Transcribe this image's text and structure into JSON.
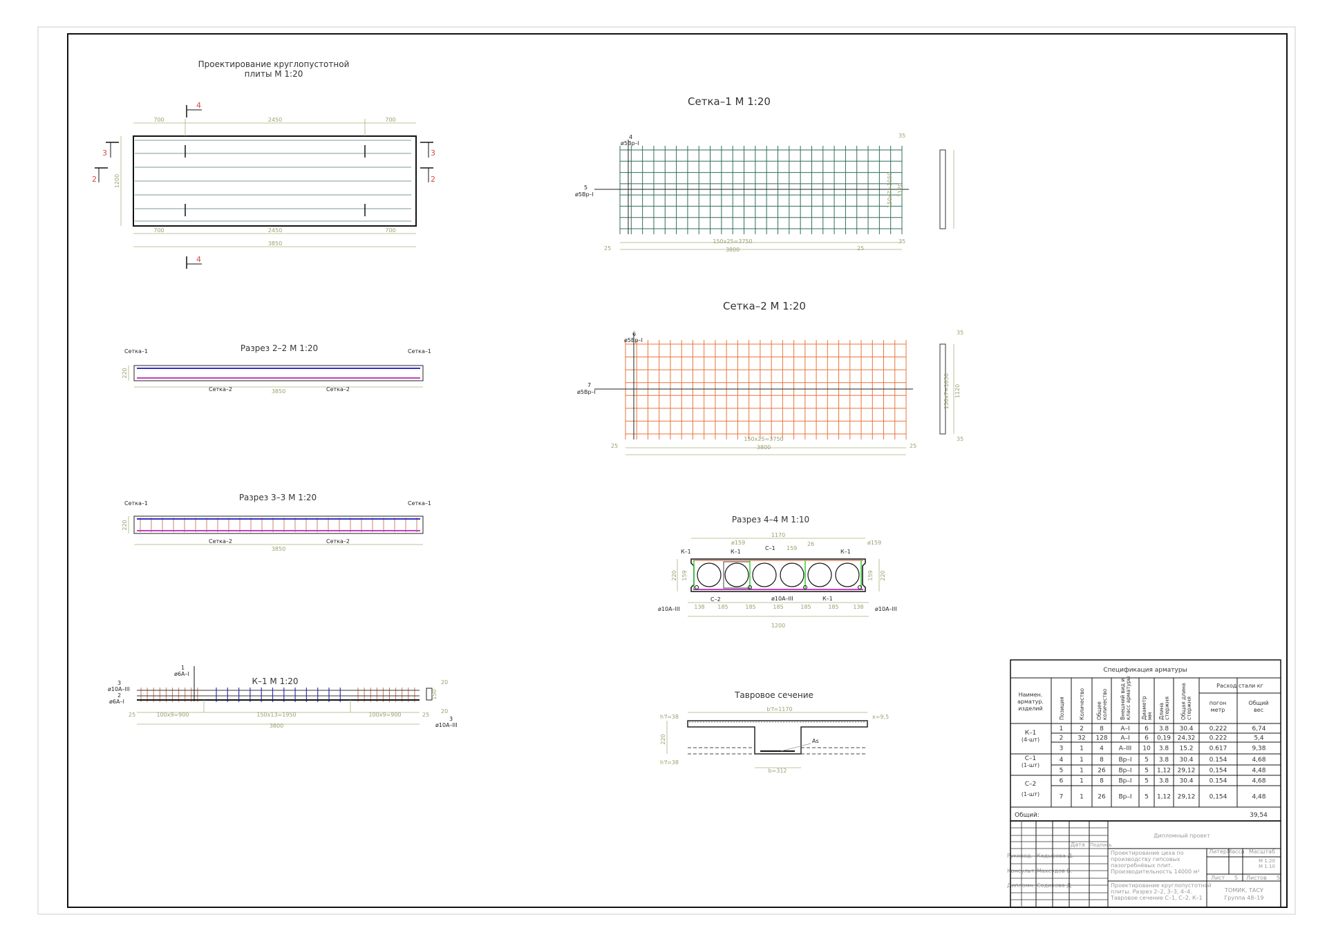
{
  "plan": {
    "title1": "Проектирование круглопустотной",
    "title2": "плиты М 1:20",
    "dim_end": "700",
    "dim_mid": "2450",
    "dim_total": "3850",
    "dim_width": "1200",
    "cut2": "2",
    "cut3": "3",
    "cut4": "4"
  },
  "setka1": {
    "title": "Сетка–1 М 1:20",
    "pos_a": "4",
    "bar_a": "ø5Вр–I",
    "pos_b": "5",
    "bar_b": "ø5Вр–I",
    "dim_pitch": "150x25=3750",
    "dim_total": "3800",
    "dim_end": "25",
    "side_pitch": "150x7=1050",
    "side_total": "1120",
    "side_end": "35"
  },
  "setka2": {
    "title": "Сетка–2 М 1:20",
    "pos_a": "6",
    "bar_a": "ø5Вр–I",
    "pos_b": "7",
    "bar_b": "ø5Вр–I",
    "dim_pitch": "150x25=3750",
    "dim_total": "3800",
    "dim_end": "25",
    "side_pitch": "150x7=1050",
    "side_total": "1120",
    "side_end": "35"
  },
  "section22": {
    "title": "Разрез 2–2 М 1:20",
    "mesh1": "Сетка–1",
    "mesh2": "Сетка–2",
    "height": "220",
    "length": "3850"
  },
  "section33": {
    "title": "Разрез 3–3 М 1:20",
    "mesh1": "Сетка–1",
    "mesh2": "Сетка–2",
    "height": "220",
    "length": "3850"
  },
  "k1": {
    "title": "К–1 М 1:20",
    "p1": "1",
    "p1_bar": "ø6А–I",
    "p2": "2",
    "p2_bar": "ø6А–I",
    "p3": "3",
    "p3_bar": "ø10А–III",
    "d_end": "25",
    "d_left": "100x9=900",
    "d_mid": "150x13=1950",
    "d_right": "100x9=900",
    "d_total": "3800",
    "h": "150",
    "c": "20"
  },
  "section44": {
    "title": "Разрез 4–4 М 1:10",
    "k1": "К–1",
    "c1": "С–1",
    "c2": "С–2",
    "void_d": "ø159",
    "w_top": "1170",
    "s159": "159",
    "s26": "26",
    "h220": "220",
    "h159": "159",
    "bar": "ø10А–III",
    "spacing": [
      "138",
      "185",
      "185",
      "185",
      "185",
      "185",
      "138"
    ],
    "total": "1200"
  },
  "tee": {
    "title": "Тавровое сечение",
    "bf": "b'f=1170",
    "hf": "h'f=38",
    "h": "220",
    "x": "x=9,5",
    "as": "As",
    "b": "b=312"
  },
  "spec": {
    "title": "Спецификация арматуры",
    "headers": [
      "Наимен.",
      "арматур.",
      "изделий",
      "Позиция",
      "Количество",
      "Общее количество",
      "Внешний вид и класс арматуры",
      "Диаметр мм",
      "Длина стержня",
      "Общая длина стержня",
      "Расход стали кг",
      "погон метр",
      "Общий вес"
    ],
    "groups": [
      {
        "name": "К–1",
        "qty": "(4-шт)"
      },
      {
        "name": "С–1",
        "qty": "(1-шт)"
      },
      {
        "name": "С–2",
        "qty": "(1-шт)"
      }
    ],
    "rows": [
      [
        "1",
        "2",
        "8",
        "А–I",
        "6",
        "3.8",
        "30.4",
        "0,222",
        "6,74"
      ],
      [
        "2",
        "32",
        "128",
        "А–I",
        "6",
        "0,19",
        "24,32",
        "0.222",
        "5,4"
      ],
      [
        "3",
        "1",
        "4",
        "А–III",
        "10",
        "3.8",
        "15.2",
        "0.617",
        "9,38"
      ],
      [
        "4",
        "1",
        "8",
        "Вр–I",
        "5",
        "3.8",
        "30.4",
        "0.154",
        "4,68"
      ],
      [
        "5",
        "1",
        "26",
        "Вр–I",
        "5",
        "1,12",
        "29,12",
        "0,154",
        "4,48"
      ],
      [
        "6",
        "1",
        "8",
        "Вр–I",
        "5",
        "3.8",
        "30.4",
        "0.154",
        "4,68"
      ],
      [
        "7",
        "1",
        "26",
        "Вр–I",
        "5",
        "1,12",
        "29,12",
        "0,154",
        "4,48"
      ]
    ],
    "total_label": "Общий:",
    "total": "39,54"
  },
  "title_block": {
    "date": "Дата",
    "sign": "Подпись",
    "project": "Дипломный проект",
    "role1": "Руковод.",
    "name1": "Кадырова Д.",
    "role2": "Консульт.",
    "name2": "Махсудов Б.",
    "role3": "Дипломн.",
    "name3": "Содикова Д.",
    "desc": [
      "Проектирование цеха по",
      "производству гипсовых",
      "пазогребнёвых плит.",
      "Производительность 14000 м²"
    ],
    "sheet_desc": [
      "Проектирование круглопустотной",
      "плиты. Разрез 2–2, 3–3, 4–4.",
      "Тавровое сечение С–1, С–2, К–1"
    ],
    "liter": "Литер",
    "mass": "Масса",
    "scale": "Масштаб",
    "scale1": "М 1:20",
    "scale2": "М 1:10",
    "sheet": "Лист",
    "sheet_no": "5",
    "sheets": "Листов",
    "sheets_no": "5",
    "org": "ТОМИК, ТАСУ",
    "group": "Группа 48–19"
  }
}
